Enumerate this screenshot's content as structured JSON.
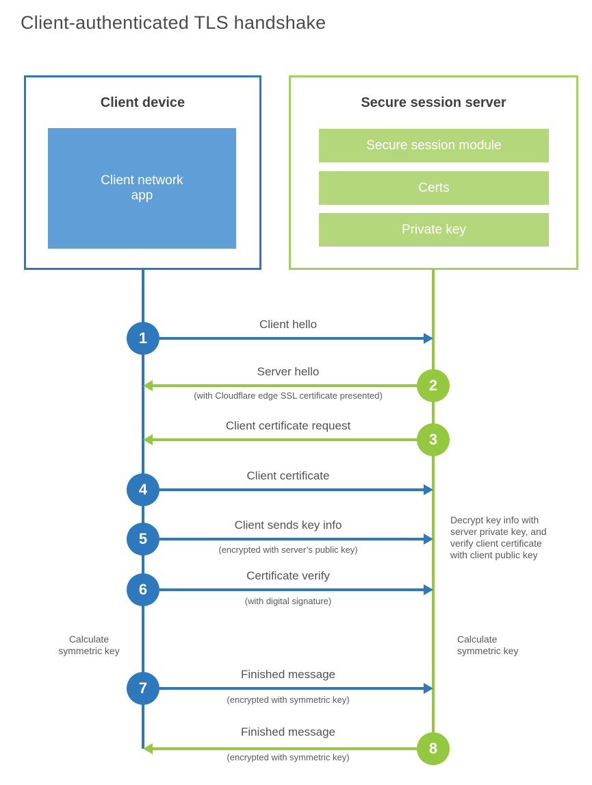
{
  "title": "Client-authenticated TLS handshake",
  "client_box": {
    "title": "Client device",
    "inner": "Client network\napp"
  },
  "server_box": {
    "title": "Secure session server",
    "modules": [
      "Secure session module",
      "Certs",
      "Private key"
    ]
  },
  "steps": [
    {
      "num": "1",
      "direction": "client-to-server",
      "label": "Client hello",
      "sub": ""
    },
    {
      "num": "2",
      "direction": "server-to-client",
      "label": "Server hello",
      "sub": "(with Cloudflare edge SSL certificate presented)"
    },
    {
      "num": "3",
      "direction": "server-to-client",
      "label": "Client certificate request",
      "sub": ""
    },
    {
      "num": "4",
      "direction": "client-to-server",
      "label": "Client certificate",
      "sub": ""
    },
    {
      "num": "5",
      "direction": "client-to-server",
      "label": "Client sends key info",
      "sub": "(encrypted with server’s public key)"
    },
    {
      "num": "6",
      "direction": "client-to-server",
      "label": "Certificate verify",
      "sub": "(with digital signature)"
    },
    {
      "num": "7",
      "direction": "client-to-server",
      "label": "Finished message",
      "sub": "(encrypted with symmetric key)"
    },
    {
      "num": "8",
      "direction": "server-to-client",
      "label": "Finished message",
      "sub": "(encrypted with symmetric key)"
    }
  ],
  "annotations": {
    "calc_left": "Calculate\nsymmetric key",
    "calc_right": "Calculate\nsymmetric key",
    "decrypt_note": "Decrypt key info with\nserver private key, and\nverify client certificate\nwith client public key"
  },
  "colors": {
    "blue": "#2e79bd",
    "blue_fill": "#5f9ed6",
    "green": "#94c83e",
    "green_border": "#a2d163",
    "green_fill": "#b5d77b"
  }
}
